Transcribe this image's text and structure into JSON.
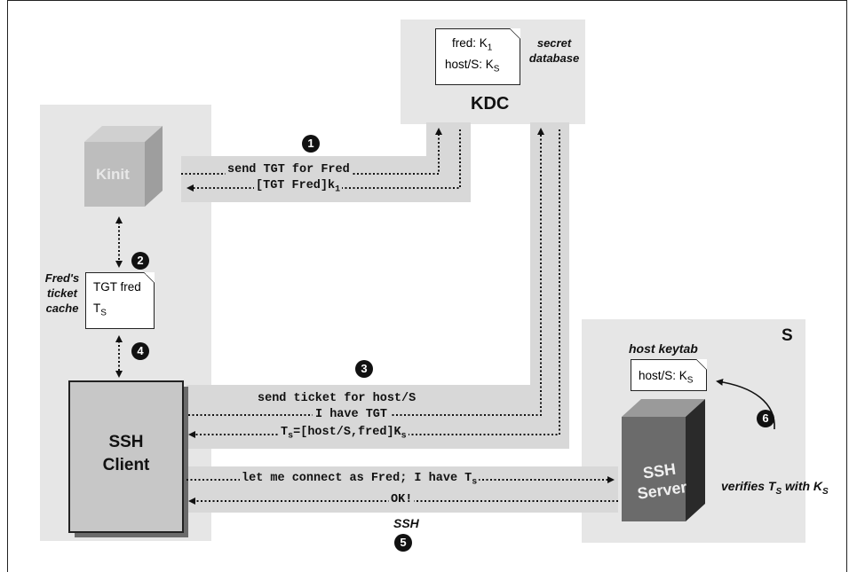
{
  "kdc": {
    "label": "KDC",
    "db_line1": "fred: K",
    "db_line1_sub": "1",
    "db_line2": "host/S: K",
    "db_line2_sub": "S",
    "db_caption": "secret database"
  },
  "kinit": {
    "label": "Kinit"
  },
  "cache": {
    "caption_line1": "Fred's",
    "caption_line2": "ticket",
    "caption_line3": "cache",
    "line1": "TGT fred",
    "line2": "T",
    "line2_sub": "S"
  },
  "client": {
    "line1": "SSH",
    "line2": "Client"
  },
  "server": {
    "region_label": "S",
    "keytab_caption": "host keytab",
    "keytab_line": "host/S: K",
    "keytab_sub": "S",
    "line1": "SSH",
    "line2": "Server",
    "verify_prefix": "verifies T",
    "verify_sub1": "S",
    "verify_mid": " with K",
    "verify_sub2": "S"
  },
  "steps": [
    "1",
    "2",
    "3",
    "4",
    "5",
    "6"
  ],
  "messages": {
    "send_tgt": "send TGT for Fred",
    "tgt_reply": "[TGT Fred]k",
    "tgt_reply_sub": "1",
    "send_ticket": "send ticket for host/S",
    "have_tgt": "I have TGT",
    "ts_reply_pre": "T",
    "ts_reply_sub": "s",
    "ts_reply_main": "=[host/S,fred]K",
    "ts_reply_sub2": "s",
    "connect": "let me connect as Fred; I have T",
    "connect_sub": "s",
    "ok": "OK!",
    "ssh": "SSH"
  }
}
